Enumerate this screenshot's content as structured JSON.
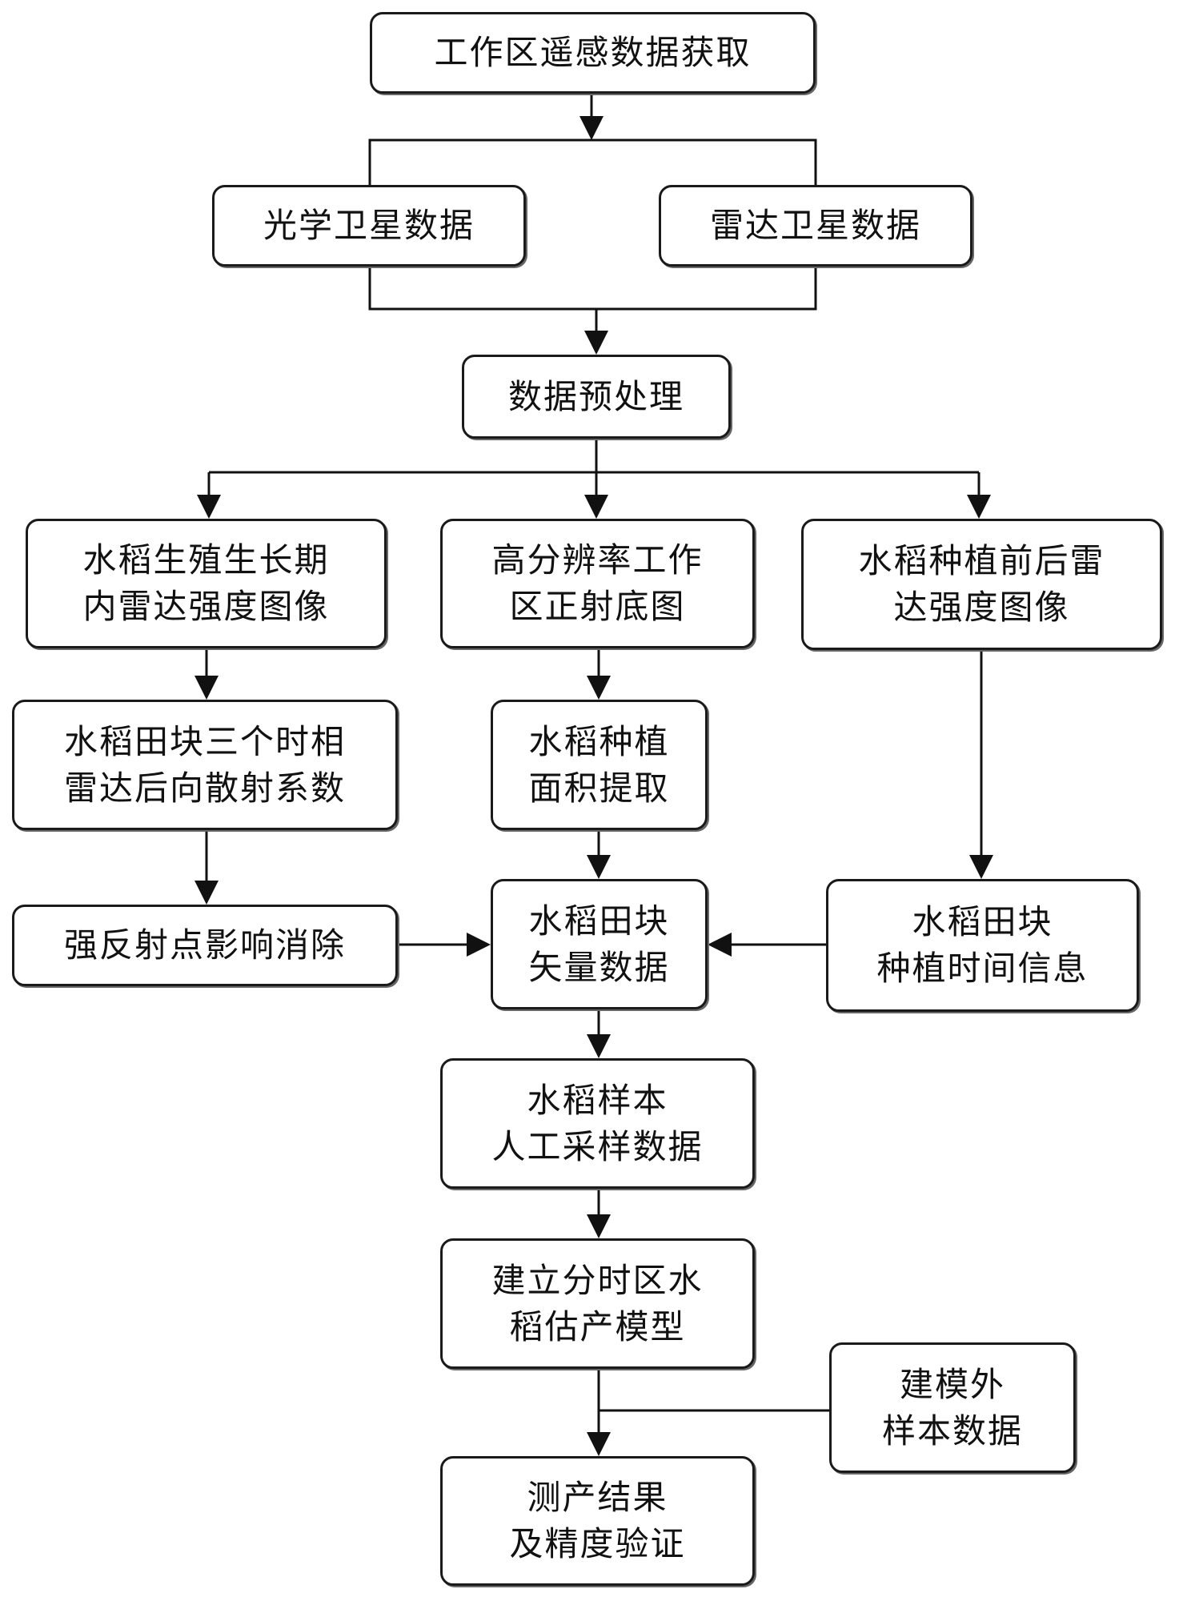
{
  "nodes": {
    "acquire": {
      "lines": [
        "工作区遥感数据获取"
      ]
    },
    "optical": {
      "lines": [
        "光学卫星数据"
      ]
    },
    "radar": {
      "lines": [
        "雷达卫星数据"
      ]
    },
    "preprocess": {
      "lines": [
        "数据预处理"
      ]
    },
    "growth_radar": {
      "lines": [
        "水稻生殖生长期",
        "内雷达强度图像"
      ]
    },
    "ortho": {
      "lines": [
        "高分辨率工作",
        "区正射底图"
      ]
    },
    "plant_radar": {
      "lines": [
        "水稻种植前后雷",
        "达强度图像"
      ]
    },
    "backscatter": {
      "lines": [
        "水稻田块三个时相",
        "雷达后向散射系数"
      ]
    },
    "area": {
      "lines": [
        "水稻种植",
        "面积提取"
      ]
    },
    "reflect": {
      "lines": [
        "强反射点影响消除"
      ]
    },
    "vector": {
      "lines": [
        "水稻田块",
        "矢量数据"
      ]
    },
    "time": {
      "lines": [
        "水稻田块",
        "种植时间信息"
      ]
    },
    "sample": {
      "lines": [
        "水稻样本",
        "人工采样数据"
      ]
    },
    "model": {
      "lines": [
        "建立分时区水",
        "稻估产模型"
      ]
    },
    "external": {
      "lines": [
        "建模外",
        "样本数据"
      ]
    },
    "result": {
      "lines": [
        "测产结果",
        "及精度验证"
      ]
    }
  }
}
